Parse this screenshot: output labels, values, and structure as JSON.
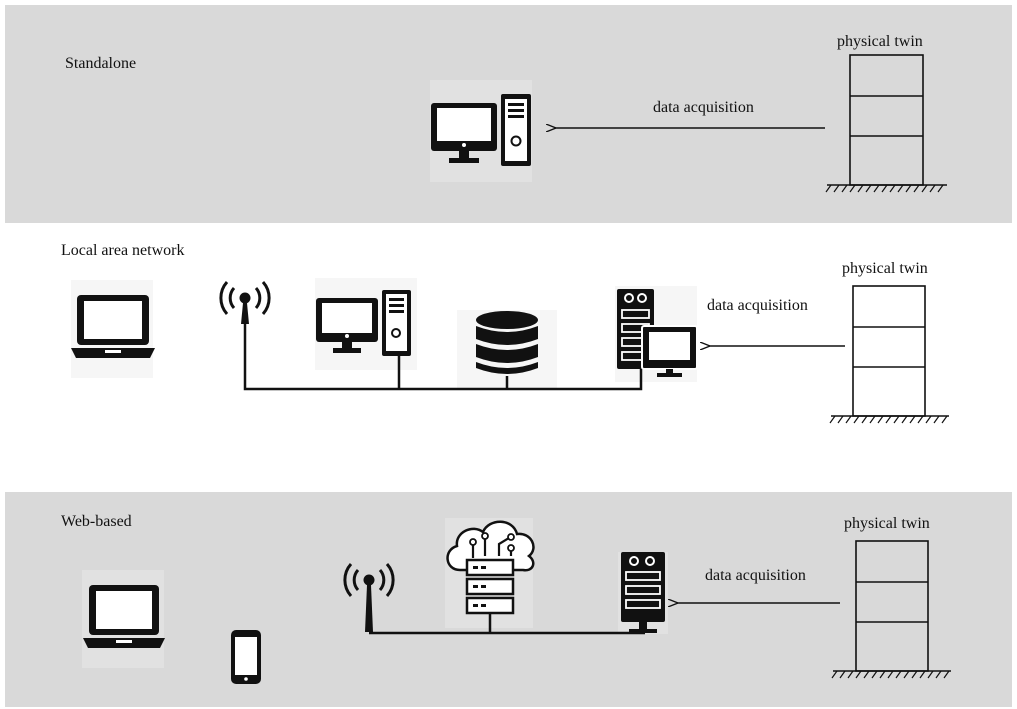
{
  "panels": {
    "standalone": {
      "title": "Standalone",
      "twin_label": "physical twin",
      "acquisition_label": "data acquisition",
      "icons": [
        "desktop-computer-icon",
        "building-frame-icon"
      ]
    },
    "lan": {
      "title": "Local area network",
      "twin_label": "physical twin",
      "acquisition_label": "data acquisition",
      "icons": [
        "laptop-icon",
        "antenna-icon",
        "desktop-computer-icon",
        "database-icon",
        "server-with-monitor-icon",
        "building-frame-icon"
      ]
    },
    "web": {
      "title": "Web-based",
      "twin_label": "physical twin",
      "acquisition_label": "data acquisition",
      "icons": [
        "laptop-icon",
        "smartphone-icon",
        "antenna-icon",
        "cloud-server-icon",
        "server-icon",
        "building-frame-icon"
      ]
    }
  },
  "colors": {
    "panel_background": "#d9d9d9",
    "line": "#111111"
  }
}
